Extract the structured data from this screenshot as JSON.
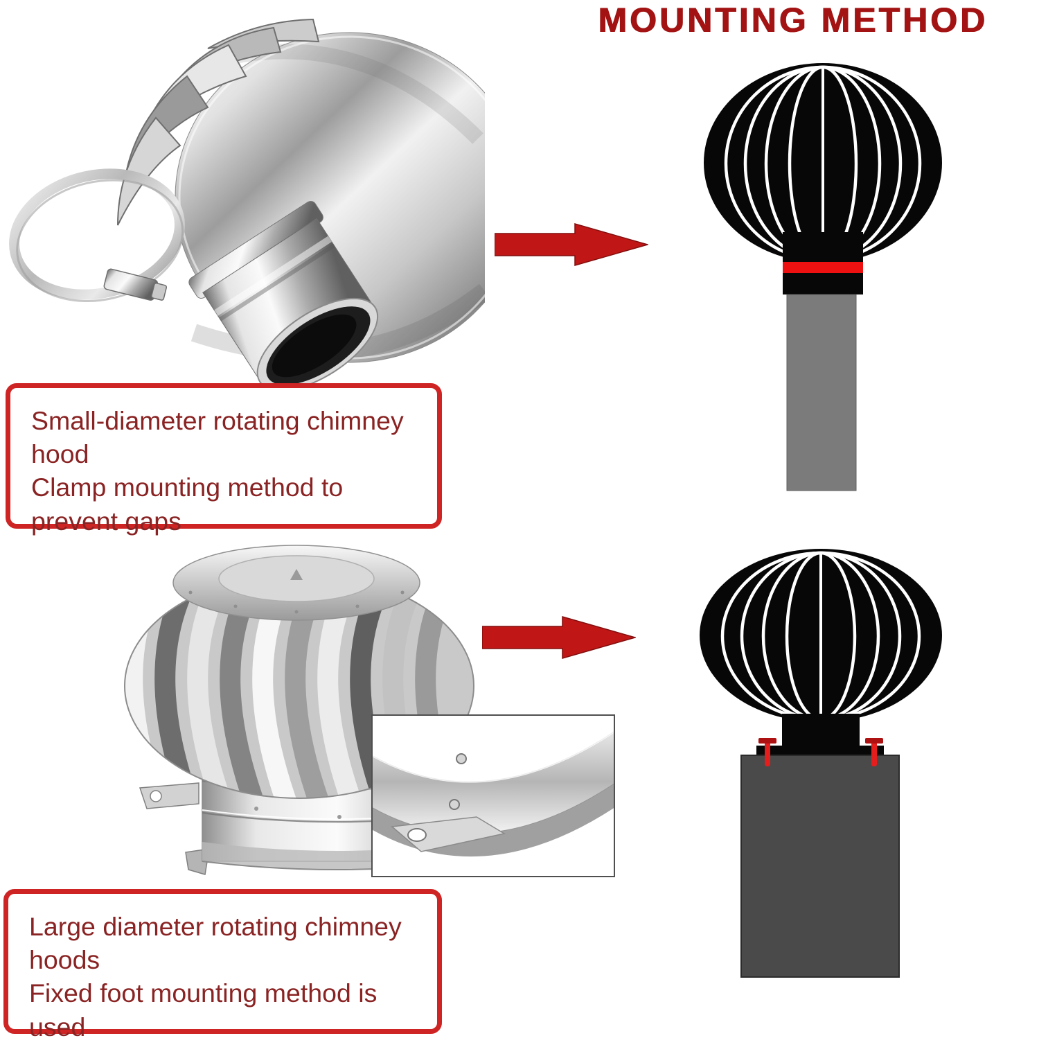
{
  "page": {
    "title": "MOUNTING METHOD"
  },
  "colors": {
    "title": "#a31313",
    "caption_border": "#ce2424",
    "caption_text": "#8a2323",
    "arrow": "#c11616",
    "hood_black": "#070707",
    "clamp_band_red": "#ee1111",
    "small_pipe_gray": "#7b7b7b",
    "large_chimney_gray": "#4a4a4a",
    "screw_stem_red": "#e51d1d",
    "screw_bar_red": "#ae1111"
  },
  "sections": {
    "small": {
      "caption_lines": [
        "Small-diameter rotating chimney",
        "hood",
        "Clamp mounting method to",
        "prevent gaps"
      ]
    },
    "large": {
      "caption_lines": [
        "Large diameter rotating chimney",
        "hoods",
        "Fixed foot mounting method is",
        "used"
      ]
    }
  }
}
